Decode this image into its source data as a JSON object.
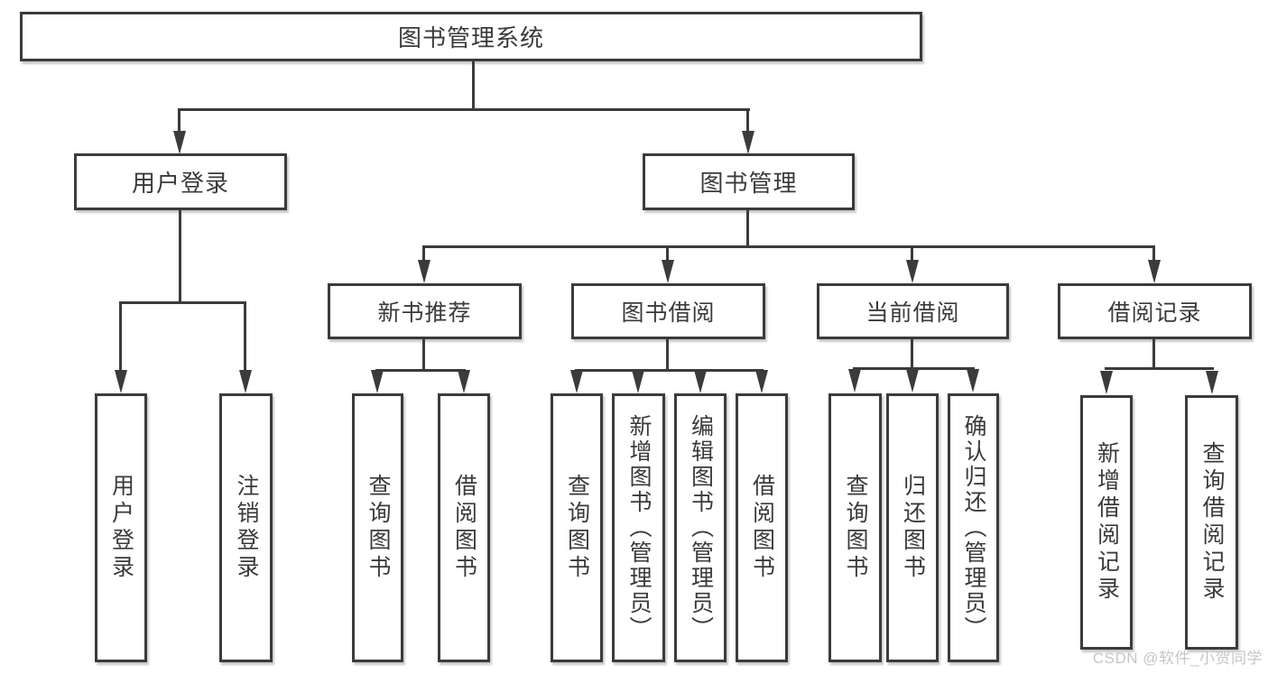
{
  "diagram_type": "tree",
  "colors": {
    "line": "#3b3b3b",
    "box_border": "#3b3b3b",
    "text": "#3a3a3a",
    "box_fill": "#ffffff",
    "background": "#ffffff",
    "watermark": "#c2c6ca"
  },
  "watermark": {
    "text": "CSDN @软件_小贺同学"
  },
  "tree": {
    "root": {
      "label": "图书管理系统",
      "children": [
        {
          "label": "用户登录",
          "children": [
            {
              "label": "用户登录"
            },
            {
              "label": "注销登录"
            }
          ]
        },
        {
          "label": "图书管理",
          "children": [
            {
              "label": "新书推荐",
              "children": [
                {
                  "label": "查询图书"
                },
                {
                  "label": "借阅图书"
                }
              ]
            },
            {
              "label": "图书借阅",
              "children": [
                {
                  "label": "查询图书"
                },
                {
                  "label": "新增图书（管理员）"
                },
                {
                  "label": "编辑图书（管理员）"
                },
                {
                  "label": "借阅图书"
                }
              ]
            },
            {
              "label": "当前借阅",
              "children": [
                {
                  "label": "查询图书"
                },
                {
                  "label": "归还图书"
                },
                {
                  "label": "确认归还（管理员）"
                }
              ]
            },
            {
              "label": "借阅记录",
              "children": [
                {
                  "label": "新增借阅记录"
                },
                {
                  "label": "查询借阅记录"
                }
              ]
            }
          ]
        }
      ]
    }
  }
}
